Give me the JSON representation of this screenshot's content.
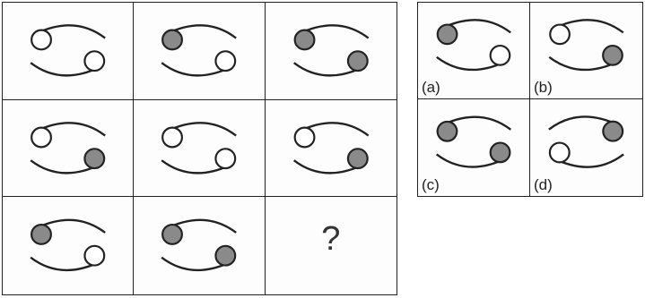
{
  "question": {
    "cells": [
      {
        "left": "empty",
        "right": "empty"
      },
      {
        "left": "shaded",
        "right": "empty"
      },
      {
        "left": "shaded",
        "right": "shaded"
      },
      {
        "left": "empty",
        "right": "shaded"
      },
      {
        "left": "empty",
        "right": "empty"
      },
      {
        "left": "empty",
        "right": "shaded"
      },
      {
        "left": "shaded",
        "right": "empty"
      },
      {
        "left": "shaded",
        "right": "shaded"
      },
      {
        "missing": true,
        "symbol": "?"
      }
    ]
  },
  "options": [
    {
      "label": "(a)",
      "left": "shaded",
      "right": "empty",
      "flipped": false
    },
    {
      "label": "(b)",
      "left": "empty",
      "right": "shaded",
      "flipped": false
    },
    {
      "label": "(c)",
      "left": "shaded",
      "right": "shaded",
      "flipped": false
    },
    {
      "label": "(d)",
      "left": "empty",
      "right": "shaded",
      "flipped": true
    }
  ],
  "colors": {
    "stroke": "#222222",
    "shade": "#8a8a8a"
  }
}
